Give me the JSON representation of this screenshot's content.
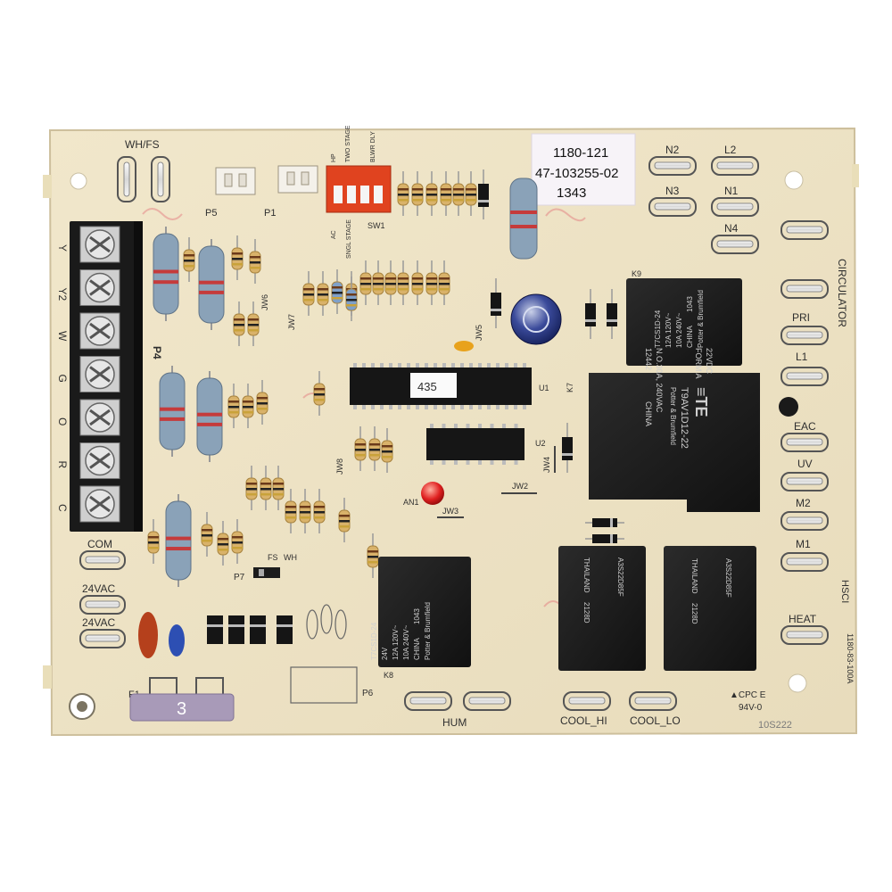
{
  "sticker": {
    "line1": "1180-121",
    "line2": "47-103255-02",
    "line3": "1343"
  },
  "silkscreen": {
    "wh_fs": "WH/FS",
    "p5": "P5",
    "p1": "P1",
    "p4": "P4",
    "p6": "P6",
    "p7": "P7",
    "sw1": "SW1",
    "hp": "HP",
    "ac": "AC",
    "two_stage": "TWO STAGE",
    "sngl_stage": "SNGL STAGE",
    "blwr_dly": "BLWR DLY",
    "com": "COM",
    "vac1": "24VAC",
    "vac2": "24VAC",
    "hum": "HUM",
    "cool_hi": "COOL_HI",
    "cool_lo": "COOL_LO",
    "n2": "N2",
    "l2": "L2",
    "n3": "N3",
    "n1": "N1",
    "n4": "N4",
    "circulator": "CIRCULATOR",
    "pri": "PRI",
    "l1": "L1",
    "eac": "EAC",
    "uv": "UV",
    "m2": "M2",
    "m1": "M1",
    "heat": "HEAT",
    "hsci": "HSCI",
    "cpc": "▲CPC E",
    "v0": "94V-0",
    "board_id": "1180-83-100A",
    "date": "10S222",
    "fuse": "F1",
    "fuse_rating": "3",
    "u1": "U1",
    "u2": "U2",
    "u1_label": "435",
    "an1": "AN1",
    "k7": "K7",
    "k8": "K8",
    "k9": "K9",
    "jw2": "JW2",
    "jw3": "JW3",
    "jw4": "JW4",
    "jw5": "JW5",
    "jw6": "JW6",
    "jw7": "JW7",
    "jw8": "JW8",
    "fs": "FS",
    "wh": "WH"
  },
  "terminal_labels": [
    "Y",
    "Y2",
    "W",
    "G",
    "O",
    "R",
    "C"
  ],
  "relays": {
    "main": {
      "brand": "≡TE",
      "model": "T9AV1D12-22",
      "maker": "Potter & Brumfield",
      "coil": "22VDC",
      "form": "FORM A",
      "rating": "N.O.30A, 240VAC",
      "code": "12442",
      "origin": "CHINA"
    },
    "k9": {
      "model": "T7CS1D-24",
      "rating1": "12A 120V~",
      "rating2": "10A 240V~",
      "origin": "CHINA",
      "code": "1043",
      "maker": "Potter & Brumfield"
    },
    "k8": {
      "model": "T7CS1D-24",
      "rating1": "12A 120V~",
      "rating2": "10A 240V~",
      "origin": "CHINA",
      "code": "1043",
      "maker": "Potter & Brumfield",
      "coil": "24V"
    },
    "cool1": {
      "origin": "THAILAND",
      "code": "2128D",
      "model": "A3S22D85F"
    },
    "cool2": {
      "origin": "THAILAND",
      "code": "2128D",
      "model": "A3S22D85F"
    }
  },
  "colors": {
    "board": "#eee3c6",
    "relay": "#1c1c1c",
    "terminal_block": "#1a1a1a",
    "resistor_body": "#d9b26a",
    "power_resistor": "#8aa2b8",
    "led": "#e02020",
    "fuse": "#a89ab8",
    "cap_orange": "#e8a21c"
  }
}
